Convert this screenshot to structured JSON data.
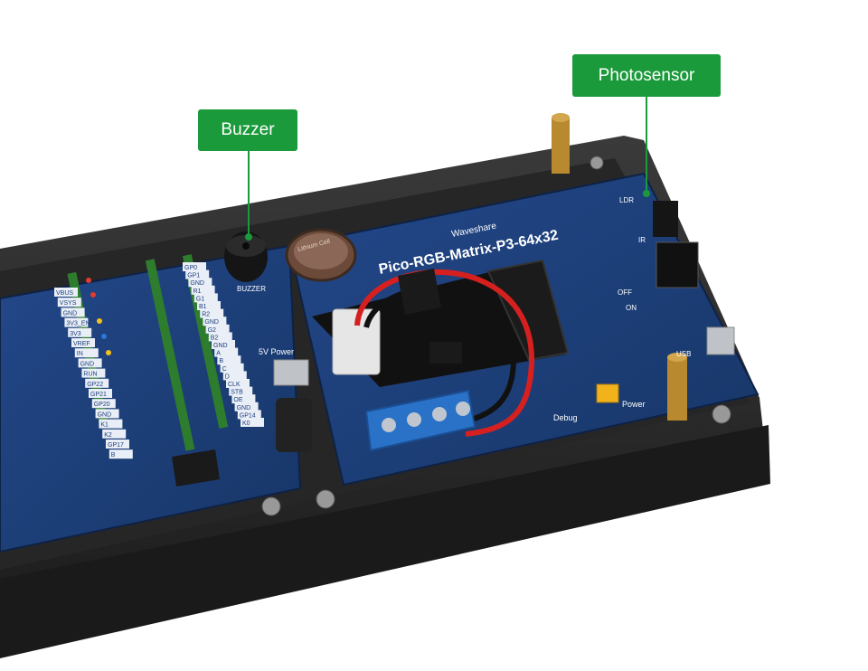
{
  "callouts": {
    "buzzer": "Buzzer",
    "photosensor": "Photosensor"
  },
  "board": {
    "title": "Pico-RGB-Matrix-P3-64x32",
    "brand": "Waveshare",
    "coin_cell_text": "Lithium Cell",
    "labels": {
      "buzzer": "BUZZER",
      "five_v_power": "5V Power",
      "ldr": "LDR",
      "ir": "IR",
      "off": "OFF",
      "on": "ON",
      "usb": "USB",
      "debug": "Debug",
      "power": "Power"
    },
    "pin_labels": [
      "GP0",
      "GP1",
      "GND",
      "R1",
      "G1",
      "B1",
      "R2",
      "GND",
      "G2",
      "B2",
      "GND",
      "A",
      "B",
      "C",
      "D",
      "CLK",
      "STB",
      "OE",
      "GND",
      "GP14",
      "K0"
    ],
    "pico_labels": [
      "VBUS",
      "VSYS",
      "GND",
      "3V3_EN",
      "3V3",
      "VREF",
      "IN",
      "GND",
      "RUN",
      "GP22",
      "GP21",
      "GP20",
      "GND",
      "K1",
      "K2",
      "GP17",
      "B"
    ]
  },
  "colors": {
    "callout_green": "#1a9a3a",
    "pcb_blue": "#1e3f7a",
    "frame_dark": "#2b2b2b",
    "terminal_blue": "#2a72c8",
    "jumper_yellow": "#f2b21b",
    "wire_red": "#d62020",
    "wire_black": "#111111"
  }
}
